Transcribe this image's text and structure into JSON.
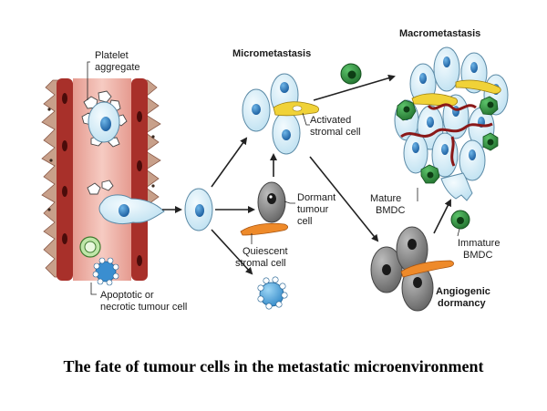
{
  "caption": "The fate of tumour cells in the metastatic microenvironment",
  "labels": {
    "platelet_line1": "Platelet",
    "platelet_line2": "aggregate",
    "micrometastasis": "Micrometastasis",
    "macrometastasis": "Macrometastasis",
    "activated_line1": "Activated",
    "activated_line2": "stromal cell",
    "dormant_line1": "Dormant",
    "dormant_line2": "tumour",
    "dormant_line3": "cell",
    "quiescent_line1": "Quiescent",
    "quiescent_line2": "stromal cell",
    "mature_line1": "Mature",
    "mature_line2": "BMDC",
    "immature_line1": "Immature",
    "immature_line2": "BMDC",
    "apoptotic_line1": "Apoptotic or",
    "apoptotic_line2": "necrotic tumour cell",
    "angiogenic_line1": "Angiogenic",
    "angiogenic_line2": "dormancy"
  },
  "colors": {
    "tumour_cell_fill": "#d6eef8",
    "tumour_cell_stroke": "#5b8aa6",
    "nucleus": "#2f7fc0",
    "vessel_wall": "#a8302a",
    "vessel_lumen": "#e9a59a",
    "stromal_cell": "#f0d238",
    "quiescent_cell": "#ee8a2a",
    "bmdc": "#2a8a3a",
    "dormant_cell": "#8a8a8a",
    "apoptotic": "#4aa0d8"
  }
}
